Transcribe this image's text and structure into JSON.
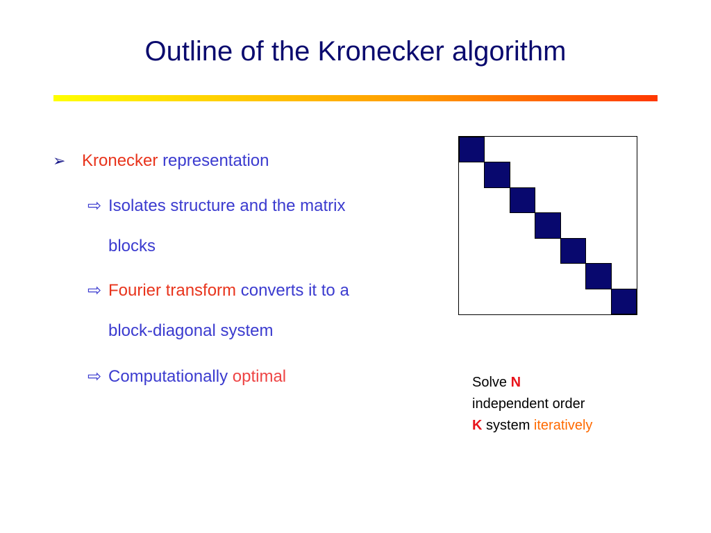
{
  "slide": {
    "title": "Outline of the Kronecker algorithm",
    "colors": {
      "title": "#0a0a6e",
      "text": "#3b3bcf",
      "highlight_red": "#e8341c",
      "highlight_pink": "#ee4444",
      "block_fill": "#08086e",
      "rule_start": "#ffff00",
      "rule_end": "#ff3800"
    }
  },
  "bullets": {
    "main": {
      "marker": "➢",
      "highlight": "Kronecker",
      "rest": "representation"
    },
    "subs": [
      {
        "arrow": "⇨",
        "line1": "Isolates structure and the matrix",
        "line2": "blocks"
      },
      {
        "arrow": "⇨",
        "highlight": "Fourier transform",
        "rest": "converts it to a",
        "line2": "block-diagonal system"
      },
      {
        "arrow": "⇨",
        "lead": "Computationally",
        "highlight": "optimal"
      }
    ]
  },
  "figure": {
    "block_count": 7
  },
  "note": {
    "solve": "Solve",
    "n": "N",
    "independent": "independent order",
    "k": "K",
    "system": "system",
    "iteratively": "iteratively"
  }
}
